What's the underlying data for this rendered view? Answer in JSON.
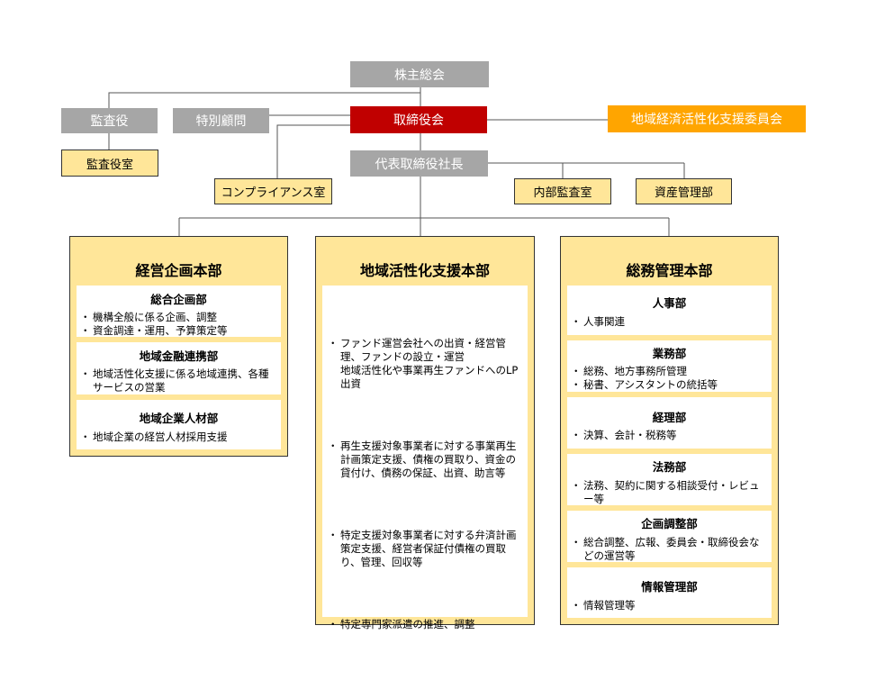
{
  "top": {
    "shareholders": "株主総会",
    "board": "取締役会",
    "auditor": "監査役",
    "special_advisor": "特別顧問",
    "regional_committee": "地域経済活性化支援委員会",
    "auditor_office": "監査役室",
    "ceo": "代表取締役社長",
    "compliance": "コンプライアンス室",
    "internal_audit": "内部監査室",
    "asset_mgmt": "資産管理部"
  },
  "hq_left": {
    "title": "経営企画本部",
    "depts": [
      {
        "name": "総合企画部",
        "items": [
          "機構全般に係る企画、調整",
          "資金調達・運用、予算策定等"
        ]
      },
      {
        "name": "地域金融連携部",
        "items": [
          "地域活性化支援に係る地域連携、各種サービスの営業"
        ]
      },
      {
        "name": "地域企業人材部",
        "items": [
          "地域企業の経営人材採用支援"
        ]
      }
    ]
  },
  "hq_center": {
    "title": "地域活性化支援本部",
    "items": [
      "ファンド運営会社への出資・経営管理、ファンドの設立・運営\n地域活性化や事業再生ファンドへのLP出資",
      "再生支援対象事業者に対する事業再生計画策定支援、債権の買取り、資金の貸付け、債務の保証、出資、助言等",
      "特定支援対象事業者に対する弁済計画策定支援、経営者保証付債権の買取り、管理、回収等",
      "特定専門家派遣の推進、調整"
    ]
  },
  "hq_right": {
    "title": "総務管理本部",
    "depts": [
      {
        "name": "人事部",
        "items": [
          "人事関連"
        ]
      },
      {
        "name": "業務部",
        "items": [
          "総務、地方事務所管理",
          "秘書、アシスタントの統括等"
        ]
      },
      {
        "name": "経理部",
        "items": [
          "決算、会計・税務等"
        ]
      },
      {
        "name": "法務部",
        "items": [
          "法務、契約に関する相談受付・レビュー等"
        ]
      },
      {
        "name": "企画調整部",
        "items": [
          "総合調整、広報、委員会・取締役会などの運営等"
        ]
      },
      {
        "name": "情報管理部",
        "items": [
          "情報管理等"
        ]
      }
    ]
  }
}
